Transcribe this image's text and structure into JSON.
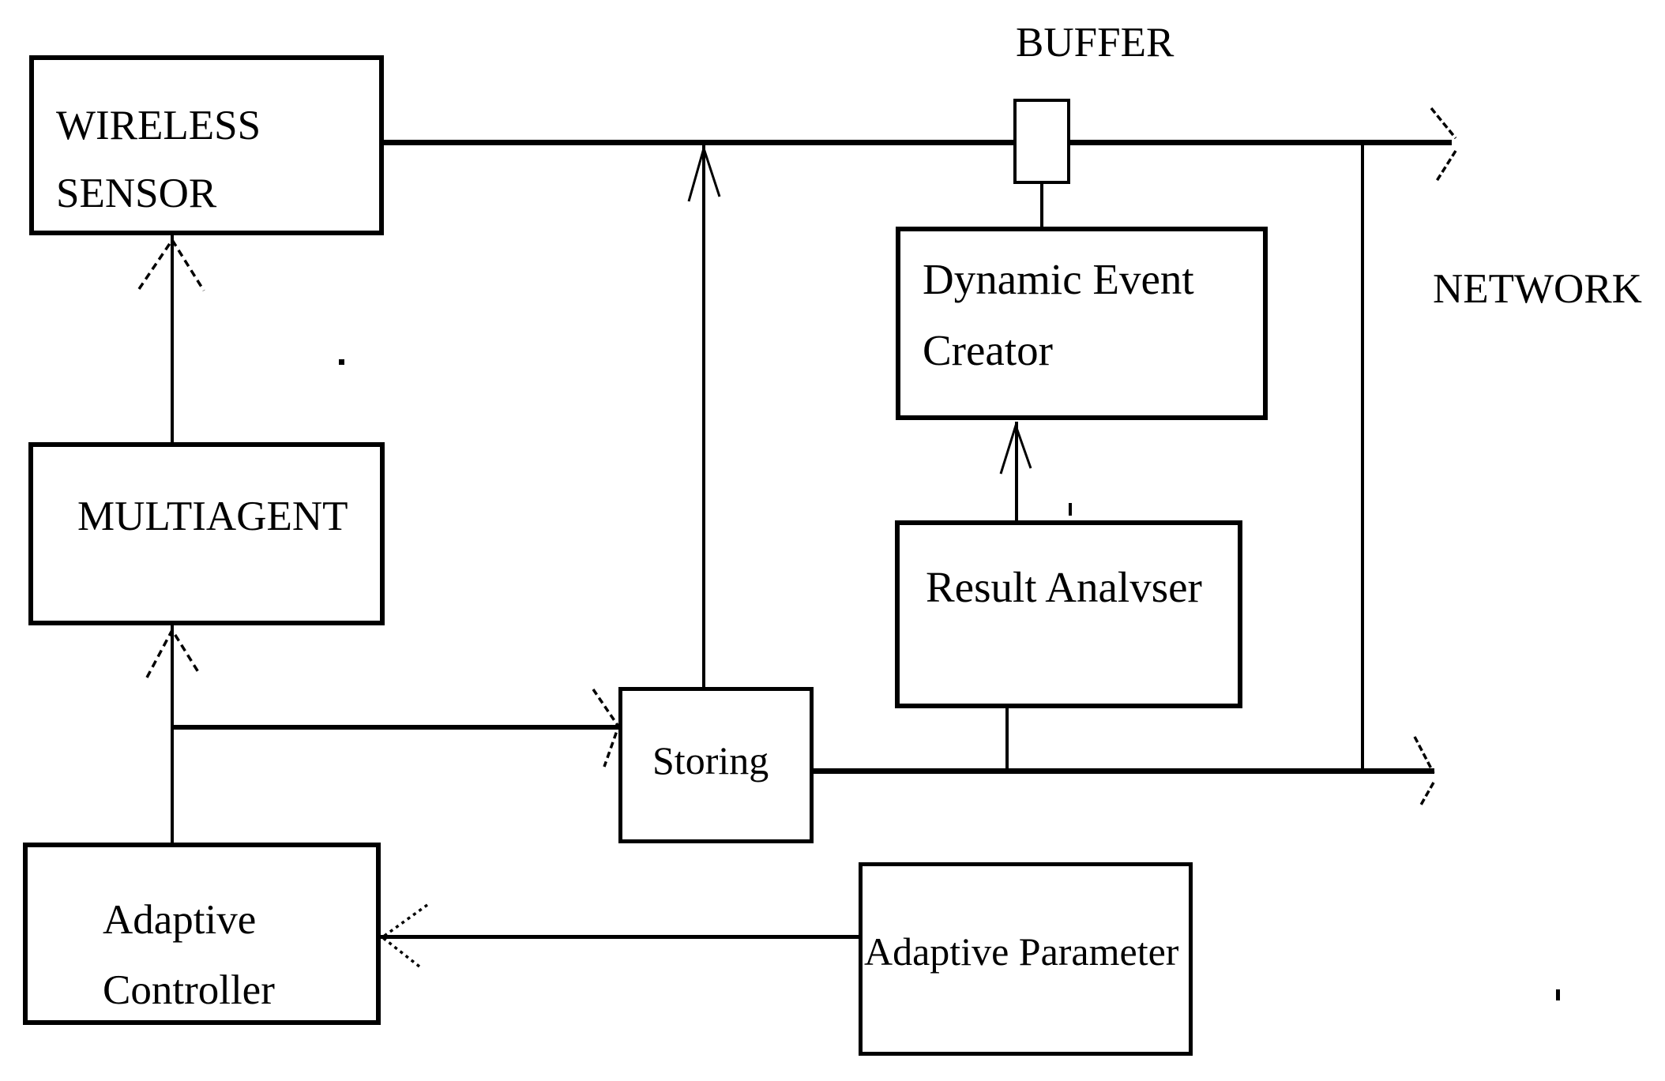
{
  "diagram_title": "wireless sensor network block diagram",
  "colors": {
    "background": "#ffffff",
    "line": "#000000",
    "text": "#000000"
  },
  "boxes": {
    "wireless_sensor": {
      "line1": "WIRELESS",
      "line2": "SENSOR"
    },
    "multiagent": {
      "label": "MULTIAGENT"
    },
    "adaptive_controller": {
      "line1": "Adaptive",
      "line2": "Controller"
    },
    "storing": {
      "label": "Storing"
    },
    "adaptive_parameter": {
      "label": "Adaptive Parameter"
    },
    "result_analyser": {
      "label": "Result Analvser"
    },
    "dynamic_event_creator": {
      "line1": "Dynamic Event",
      "line2": "Creator"
    },
    "buffer": {
      "label": "BUFFER"
    }
  },
  "labels": {
    "network": "NETWORK"
  }
}
